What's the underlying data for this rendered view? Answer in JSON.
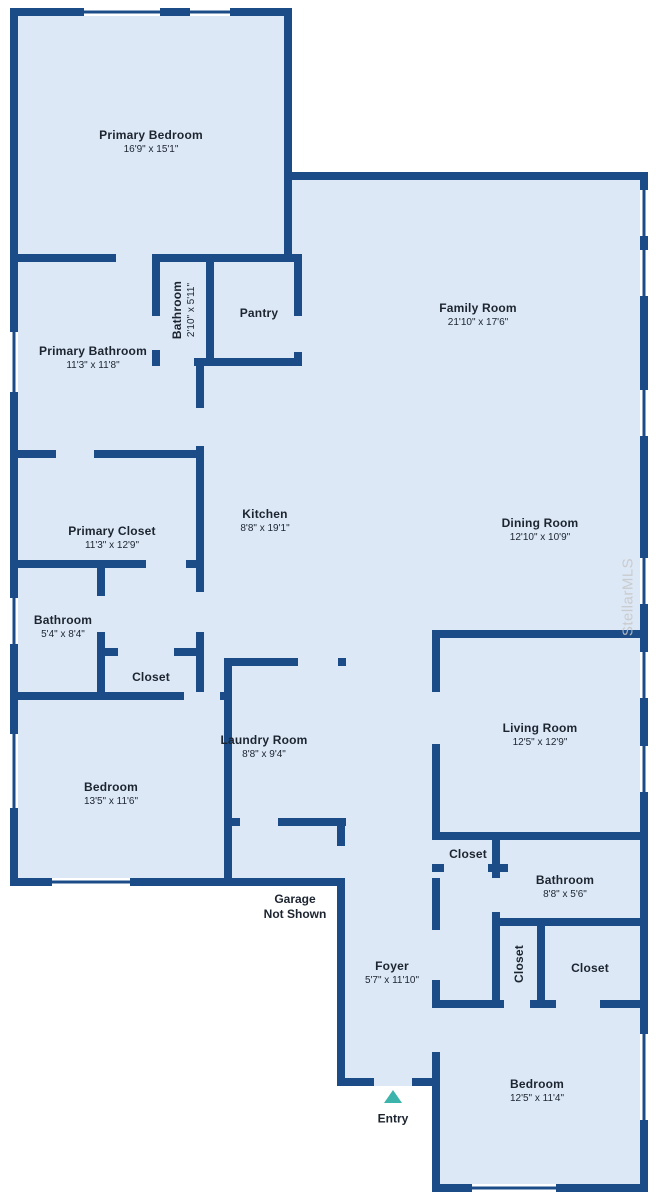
{
  "plan": {
    "watermark": "StellarMLS",
    "entry_label": "Entry",
    "garage_note": {
      "line1": "Garage",
      "line2": "Not Shown"
    },
    "colors": {
      "wall": "#1b4c87",
      "floor": "#dce8f6",
      "accent": "#3cb4ab",
      "ink": "#1c2430",
      "watermark": "#c7c7c7"
    }
  },
  "rooms": [
    {
      "id": "primary-bedroom",
      "label": "Primary Bedroom",
      "dims": "16'9\" x 15'1\""
    },
    {
      "id": "bathroom-small",
      "label": "Bathroom",
      "dims": "2'10\" x 5'11\""
    },
    {
      "id": "pantry",
      "label": "Pantry",
      "dims": ""
    },
    {
      "id": "family-room",
      "label": "Family Room",
      "dims": "21'10\" x 17'6\""
    },
    {
      "id": "primary-bathroom",
      "label": "Primary Bathroom",
      "dims": "11'3\" x 11'8\""
    },
    {
      "id": "kitchen",
      "label": "Kitchen",
      "dims": "8'8\" x 19'1\""
    },
    {
      "id": "dining-room",
      "label": "Dining Room",
      "dims": "12'10\" x 10'9\""
    },
    {
      "id": "primary-closet",
      "label": "Primary Closet",
      "dims": "11'3\" x 12'9\""
    },
    {
      "id": "bathroom-hall",
      "label": "Bathroom",
      "dims": "5'4\" x 8'4\""
    },
    {
      "id": "closet-hall",
      "label": "Closet",
      "dims": ""
    },
    {
      "id": "laundry-room",
      "label": "Laundry Room",
      "dims": "8'8\" x 9'4\""
    },
    {
      "id": "living-room",
      "label": "Living Room",
      "dims": "12'5\" x 12'9\""
    },
    {
      "id": "bedroom-left",
      "label": "Bedroom",
      "dims": "13'5\" x 11'6\""
    },
    {
      "id": "foyer",
      "label": "Foyer",
      "dims": "5'7\" x 11'10\""
    },
    {
      "id": "closet-small",
      "label": "Closet",
      "dims": ""
    },
    {
      "id": "bathroom-rear",
      "label": "Bathroom",
      "dims": "8'8\" x 5'6\""
    },
    {
      "id": "closet-vertical",
      "label": "Closet",
      "dims": ""
    },
    {
      "id": "closet-rear",
      "label": "Closet",
      "dims": ""
    },
    {
      "id": "bedroom-rear",
      "label": "Bedroom",
      "dims": "12'5\" x 11'4\""
    }
  ]
}
